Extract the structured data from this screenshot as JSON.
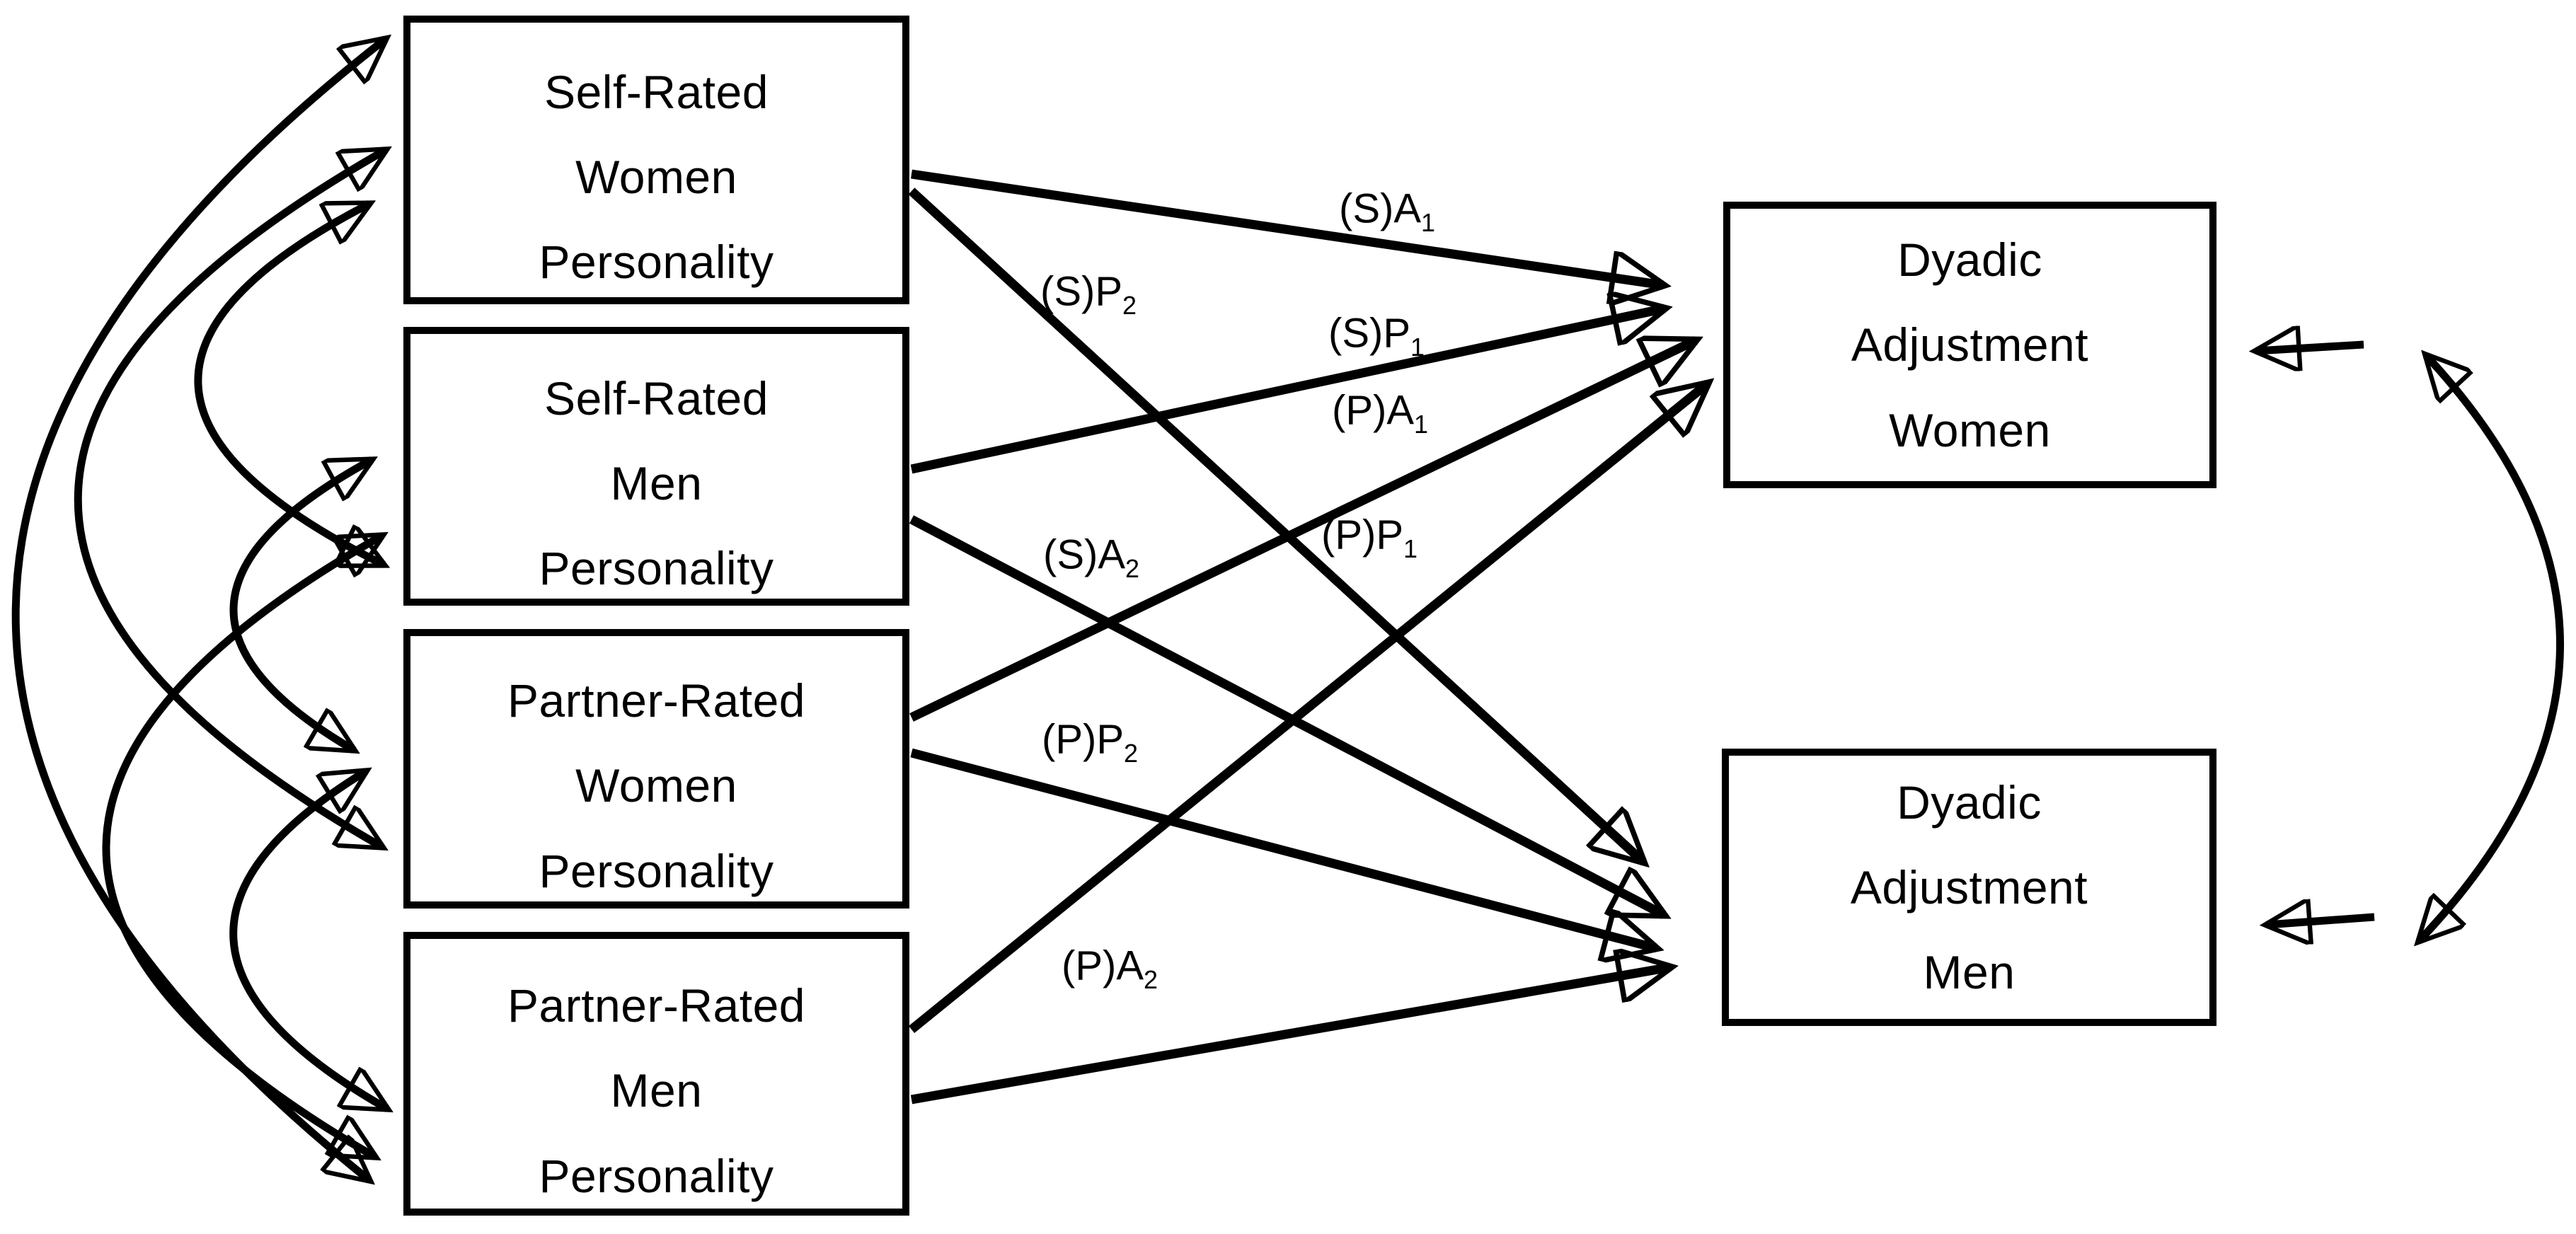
{
  "figure": {
    "type": "sem-path-diagram",
    "background_color": "#ffffff",
    "ink_color": "#000000"
  },
  "predictor_boxes": [
    {
      "id": "self_rated_women",
      "label": "Self-Rated\nWomen\nPersonality"
    },
    {
      "id": "self_rated_men",
      "label": "Self-Rated\nMen\nPersonality"
    },
    {
      "id": "partner_rated_women",
      "label": "Partner-Rated\nWomen\nPersonality"
    },
    {
      "id": "partner_rated_men",
      "label": "Partner-Rated\nMen\nPersonality"
    }
  ],
  "outcome_boxes": [
    {
      "id": "dyadic_adjustment_women",
      "label": "Dyadic\nAdjustment\nWomen"
    },
    {
      "id": "dyadic_adjustment_men",
      "label": "Dyadic\nAdjustment\nMen"
    }
  ],
  "paths": [
    {
      "id": "sa1",
      "from": "self_rated_women",
      "to": "dyadic_adjustment_women",
      "label_pre": "(S)A",
      "label_sub": "1"
    },
    {
      "id": "sp2",
      "from": "self_rated_women",
      "to": "dyadic_adjustment_men",
      "label_pre": "(S)P",
      "label_sub": "2"
    },
    {
      "id": "sp1",
      "from": "self_rated_men",
      "to": "dyadic_adjustment_women",
      "label_pre": "(S)P",
      "label_sub": "1"
    },
    {
      "id": "sa2",
      "from": "self_rated_men",
      "to": "dyadic_adjustment_men",
      "label_pre": "(S)A",
      "label_sub": "2"
    },
    {
      "id": "pa1",
      "from": "partner_rated_women",
      "to": "dyadic_adjustment_women",
      "label_pre": "(P)A",
      "label_sub": "1"
    },
    {
      "id": "pp2",
      "from": "partner_rated_women",
      "to": "dyadic_adjustment_men",
      "label_pre": "(P)P",
      "label_sub": "2"
    },
    {
      "id": "pp1",
      "from": "partner_rated_men",
      "to": "dyadic_adjustment_women",
      "label_pre": "(P)P",
      "label_sub": "1"
    },
    {
      "id": "pa2",
      "from": "partner_rated_men",
      "to": "dyadic_adjustment_men",
      "label_pre": "(P)A",
      "label_sub": "2"
    }
  ],
  "correlations": [
    {
      "between": [
        "self_rated_women",
        "self_rated_men"
      ]
    },
    {
      "between": [
        "self_rated_women",
        "partner_rated_women"
      ]
    },
    {
      "between": [
        "self_rated_women",
        "partner_rated_men"
      ]
    },
    {
      "between": [
        "self_rated_men",
        "partner_rated_women"
      ]
    },
    {
      "between": [
        "self_rated_men",
        "partner_rated_men"
      ]
    },
    {
      "between": [
        "partner_rated_women",
        "partner_rated_men"
      ]
    },
    {
      "between": [
        "dyadic_adjustment_women",
        "dyadic_adjustment_men"
      ]
    }
  ]
}
